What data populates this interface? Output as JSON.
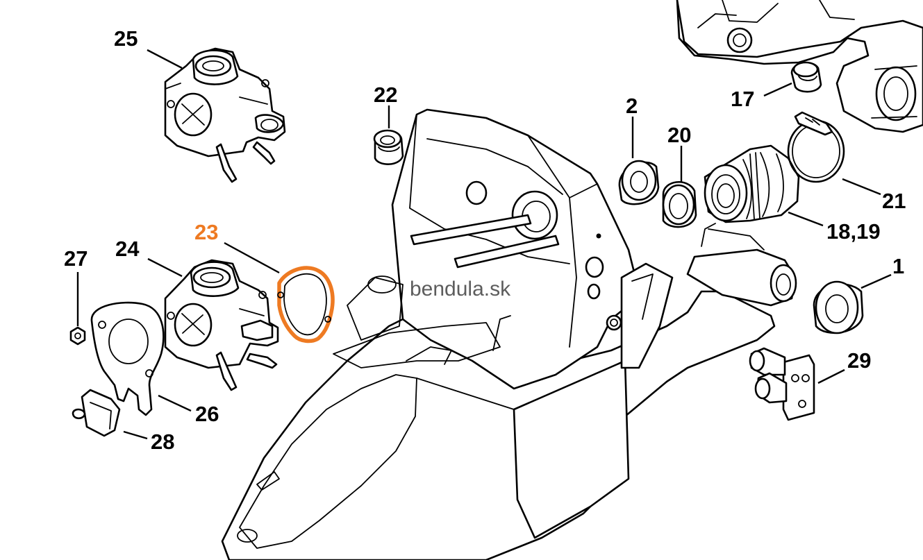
{
  "diagram": {
    "callouts": [
      {
        "id": "25",
        "label": "25"
      },
      {
        "id": "22",
        "label": "22"
      },
      {
        "id": "2",
        "label": "2"
      },
      {
        "id": "20",
        "label": "20"
      },
      {
        "id": "17",
        "label": "17"
      },
      {
        "id": "21",
        "label": "21"
      },
      {
        "id": "18_19",
        "label": "18,19"
      },
      {
        "id": "23",
        "label": "23",
        "highlighted": true
      },
      {
        "id": "24",
        "label": "24"
      },
      {
        "id": "27",
        "label": "27"
      },
      {
        "id": "1",
        "label": "1"
      },
      {
        "id": "29",
        "label": "29"
      },
      {
        "id": "26",
        "label": "26"
      },
      {
        "id": "28",
        "label": "28"
      }
    ],
    "watermark": "bendula.sk",
    "colors": {
      "line": "#000000",
      "highlight": "#ee7a22",
      "watermark": "#555555",
      "background": "#ffffff"
    }
  }
}
